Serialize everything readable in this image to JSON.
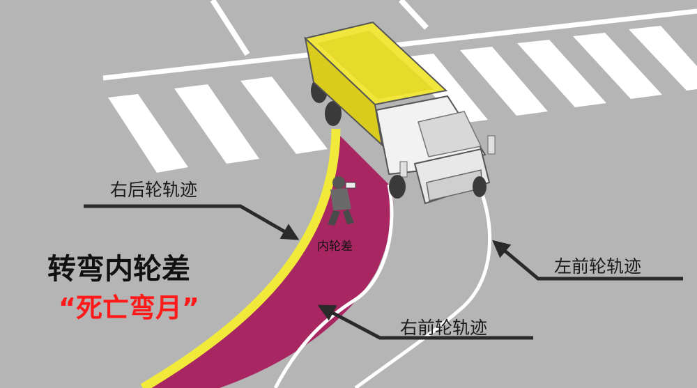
{
  "labels": {
    "right_rear_track": "右后轮轨迹",
    "left_front_track": "左前轮轨迹",
    "right_front_track": "右前轮轨迹",
    "inner_wheel_diff": "内轮差"
  },
  "title": {
    "line1": "转弯内轮差",
    "line2": "“死亡弯月”"
  },
  "colors": {
    "road": "#b5b5b5",
    "crosswalk": "#ffffff",
    "inner_zone": "#a82762",
    "rear_track": "#f2ea3a",
    "truck_body": "#e9de2b",
    "highlight_text": "#ff1a1a"
  },
  "icons": [
    "truck-icon",
    "pedestrian-icon",
    "arrow-icon"
  ]
}
